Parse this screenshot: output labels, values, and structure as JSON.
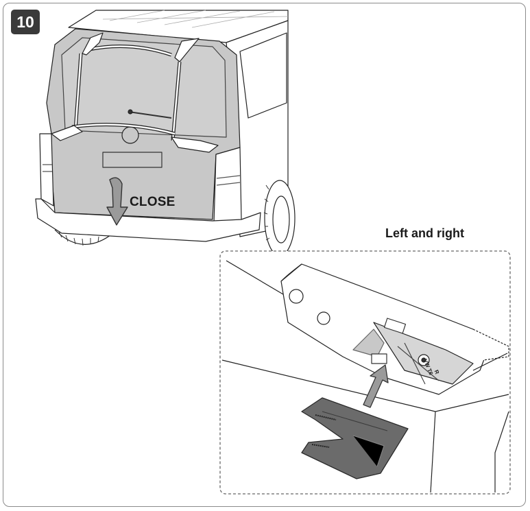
{
  "step": {
    "number": "10"
  },
  "van": {
    "close_label": "CLOSE"
  },
  "detail": {
    "title": "Left and right",
    "part_text_1": "VW T6",
    "part_text_2": "R"
  },
  "colors": {
    "badge": "#3a3a3a",
    "panel_grey": "#c8c8c8",
    "pad_dark": "#6b6b6b",
    "arrow_grey": "#9a9a9a"
  }
}
